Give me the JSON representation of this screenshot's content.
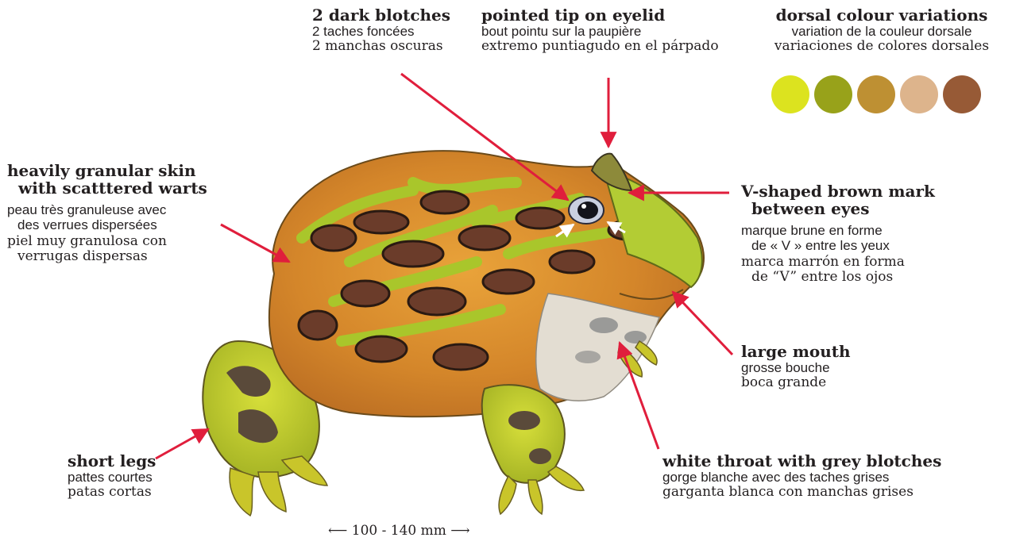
{
  "labels": {
    "blotches": {
      "en": "2 dark blotches",
      "fr": "2 taches foncées",
      "es": "2 manchas oscuras"
    },
    "eyelid": {
      "en": "pointed tip on eyelid",
      "fr": "bout pointu sur la paupière",
      "es": "extremo puntiagudo en el párpado"
    },
    "dorsal": {
      "en": "dorsal colour variations",
      "fr": "variation de la couleur dorsale",
      "es": "variaciones de colores dorsales"
    },
    "skin": {
      "en1": "heavily granular skin",
      "en2": "with scatttered warts",
      "fr1": "peau très granuleuse avec",
      "fr2": "des verrues dispersées",
      "es1": "piel muy granulosa con",
      "es2": "verrugas dispersas"
    },
    "vmark": {
      "en1": "V-shaped brown mark",
      "en2": "between eyes",
      "fr1": "marque brune en forme",
      "fr2": "de « V » entre les yeux",
      "es1": "marca marrón en forma",
      "es2": "de “V” entre los ojos"
    },
    "mouth": {
      "en": "large mouth",
      "fr": "grosse bouche",
      "es": "boca grande"
    },
    "legs": {
      "en": "short legs",
      "fr": "pattes courtes",
      "es": "patas cortas"
    },
    "throat": {
      "en": "white throat with grey blotches",
      "fr": "gorge blanche avec des taches grises",
      "es": "garganta blanca con manchas grises"
    }
  },
  "size_range": "100 - 140 mm",
  "swatches": [
    "#dce31f",
    "#98a21a",
    "#be9033",
    "#ddb48c",
    "#975a36"
  ],
  "colors": {
    "arrow": "#e01e3c",
    "frog_green": "#a6c52a",
    "frog_orange": "#d98a2a",
    "frog_brown": "#6b3c2a",
    "throat": "#e3ddd2"
  }
}
